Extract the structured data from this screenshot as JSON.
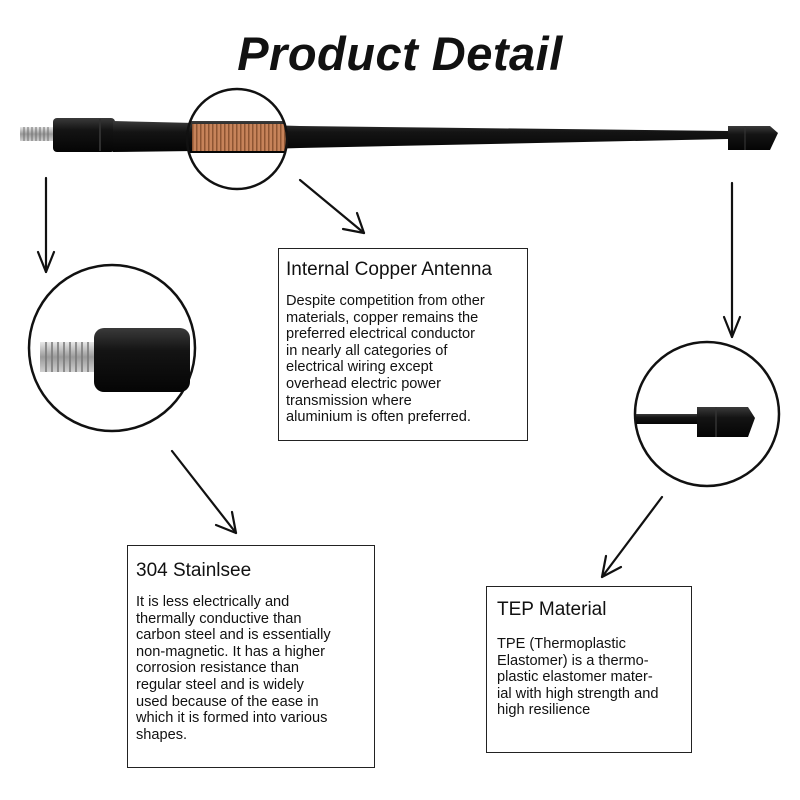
{
  "title": "Product Detail",
  "copper": {
    "heading": "Internal Copper Antenna",
    "lines": [
      "Despite competition from other",
      "materials, copper remains the",
      "preferred electrical conductor",
      "in nearly all categories of",
      "electrical wiring except",
      "overhead electric power",
      "transmission where",
      "aluminium is often preferred."
    ]
  },
  "steel": {
    "heading": "304 Stainlsee",
    "lines": [
      "It is less electrically and",
      "thermally conductive than",
      "carbon steel and is essentially",
      "non-magnetic. It has a higher",
      "corrosion resistance than",
      "regular steel and is widely",
      "used because of the ease in",
      "which it is formed into various",
      "shapes."
    ]
  },
  "tpe": {
    "heading": "TEP Material",
    "lines": [
      "TPE (Thermoplastic",
      "Elastomer) is a thermo-",
      "plastic elastomer mater-",
      "ial with high strength and",
      "high resilience"
    ]
  },
  "colors": {
    "antenna_black": "#141414",
    "copper_coil": "#c7835a",
    "thread_silver": "#b9b9b9",
    "outline": "#111111"
  },
  "icons": [
    "down-arrow-icon",
    "diagonal-arrow-icon",
    "zoom-circle-icon"
  ]
}
